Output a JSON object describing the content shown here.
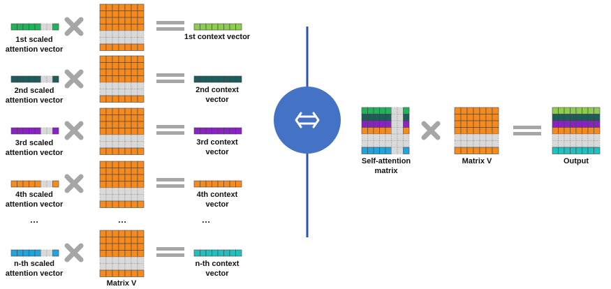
{
  "colors": {
    "orange": "#f58a1f",
    "gray": "#d9d9d9",
    "green": "#21b35a",
    "dark_teal": "#1f5c5c",
    "purple": "#8b22c4",
    "blue": "#22a3dc",
    "light_green": "#8ccc4e",
    "teal": "#23bfbf",
    "operator_gray": "#a6a6a6",
    "circle_blue": "#4472c4",
    "line_blue": "#2f54a8"
  },
  "rows": [
    {
      "scaled_label_1": "1st scaled",
      "scaled_label_2": "attention  vector",
      "context_label_1": "1st context  vector",
      "context_label_2": "",
      "scaled_color": "#21b35a",
      "context_color": "#8ccc4e"
    },
    {
      "scaled_label_1": "2nd scaled",
      "scaled_label_2": "attention  vector",
      "context_label_1": "2nd context",
      "context_label_2": "vector",
      "scaled_color": "#1f5c5c",
      "context_color": "#1f5c5c"
    },
    {
      "scaled_label_1": "3rd scaled",
      "scaled_label_2": "attention  vector",
      "context_label_1": "3rd context",
      "context_label_2": "vector",
      "scaled_color": "#8b22c4",
      "context_color": "#8b22c4"
    },
    {
      "scaled_label_1": "4th scaled",
      "scaled_label_2": "attention  vector",
      "context_label_1": "4th context",
      "context_label_2": "vector",
      "scaled_color": "#f58a1f",
      "context_color": "#f58a1f"
    },
    {
      "scaled_label_1": "n-th scaled",
      "scaled_label_2": "attention  vector",
      "context_label_1": "n-th context",
      "context_label_2": "vector",
      "scaled_color": "#22a3dc",
      "context_color": "#23bfbf"
    }
  ],
  "ellipsis": "…",
  "matrix_v_label": "Matrix V",
  "swap_icon": "double-arrow-icon",
  "right": {
    "self_attention_label_1": "Self-attention",
    "self_attention_label_2": "matrix",
    "matrix_v_label": "Matrix V",
    "output_label": "Output",
    "self_attention_row_colors": [
      "#21b35a",
      "#1f5c5c",
      "#8b22c4",
      "#f58a1f",
      "#d9d9d9",
      "#d9d9d9",
      "#22a3dc"
    ],
    "output_row_colors": [
      "#8ccc4e",
      "#1f5c5c",
      "#8b22c4",
      "#f58a1f",
      "#d9d9d9",
      "#d9d9d9",
      "#23bfbf"
    ]
  }
}
